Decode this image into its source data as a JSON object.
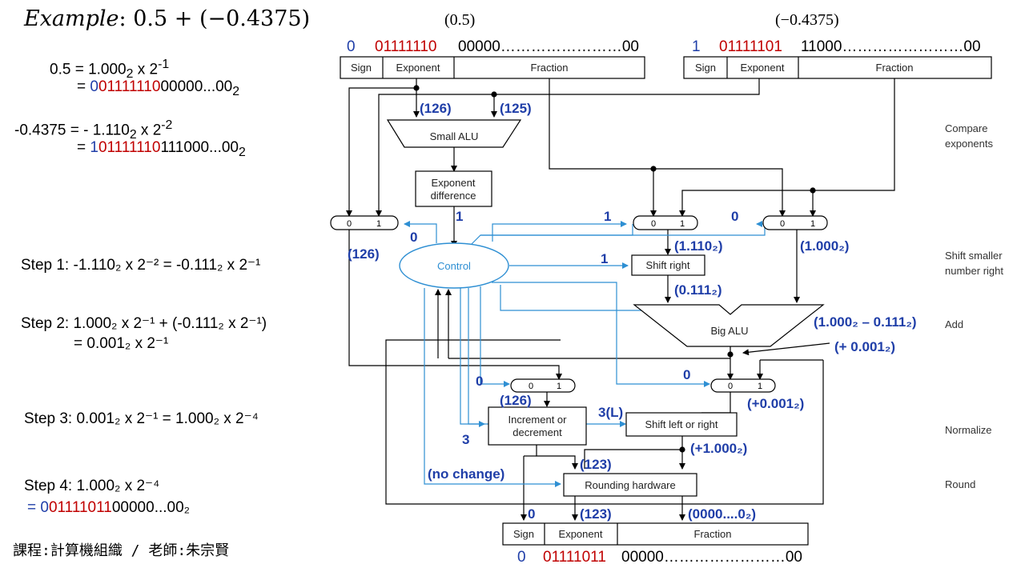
{
  "title": {
    "prefix": "Example",
    "expr": ": 0.5 + (−0.4375)"
  },
  "left": {
    "line1": "0.5 = 1.000",
    "line1_sub": "2",
    "line1_mid": " x 2",
    "line1_sup": "-1",
    "line2_eq": "= ",
    "line2_sign": "0",
    "line2_exp": "01111110",
    "line2_frac": "00000...00",
    "line2_sub": "2",
    "line3": "-0.4375 = - 1.110",
    "line3_sub": "2",
    "line3_mid": " x 2",
    "line3_sup": "-2",
    "line4_eq": "= ",
    "line4_sign": "1",
    "line4_exp": "01111110",
    "line4_frac": "111000...00",
    "line4_sub": "2",
    "steps": [
      "Step 1: -1.110₂ x 2⁻² = -0.111₂ x 2⁻¹",
      "Step 2: 1.000₂ x 2⁻¹ + (-0.111₂ x 2⁻¹)",
      "= 0.001₂ x 2⁻¹",
      "Step 3: 0.001₂ x 2⁻¹ = 1.000₂ x 2⁻⁴",
      "Step 4: 1.000₂ x 2⁻⁴",
      "= 0",
      "01111011",
      "00000...00₂"
    ],
    "footer": "課程:計算機組織 / 老師:朱宗賢"
  },
  "top_operands": {
    "a_label": "(0.5)",
    "b_label": "(−0.4375)",
    "a_sign": "0",
    "a_exp": "01111110",
    "a_frac": "00000……………………00",
    "b_sign": "1",
    "b_exp": "01111101",
    "b_frac": "11000……………………00"
  },
  "fields": {
    "sign": "Sign",
    "exponent": "Exponent",
    "fraction": "Fraction"
  },
  "units": {
    "small_alu": "Small ALU",
    "exp_diff_1": "Exponent",
    "exp_diff_2": "difference",
    "control": "Control",
    "shift_right": "Shift right",
    "big_alu": "Big ALU",
    "inc_dec_1": "Increment or",
    "inc_dec_2": "decrement",
    "shift_lr": "Shift left or right",
    "rounding": "Rounding hardware",
    "mux0": "0",
    "mux1": "1"
  },
  "stages": {
    "s1a": "Compare",
    "s1b": "exponents",
    "s2a": "Shift smaller",
    "s2b": "number right",
    "s3": "Add",
    "s4": "Normalize",
    "s5": "Round"
  },
  "annotations": {
    "e126": "(126)",
    "e125": "(125)",
    "one_a": "1",
    "one_b": "1",
    "one_c": "1",
    "zero_a": "0",
    "zero_b": "0",
    "zero_c": "0",
    "zero_d": "0",
    "left126": "(126)",
    "m1110": "(1.110₂)",
    "m1000": "(1.000₂)",
    "m0111": "(0.111₂)",
    "diff": "(1.000₂ – 0.111₂)",
    "plus001": "(+ 0.001₂)",
    "plus001b": "(+0.001₂)",
    "inc126": "(126)",
    "three_l": "3(L)",
    "three": "3",
    "plus1000": "(+1.000₂)",
    "e123a": "(123)",
    "nochange": "(no change)",
    "zero_out": "0",
    "e123b": "(123)",
    "frac_out": "(0000....0₂)"
  },
  "result": {
    "sign": "0",
    "exp": "01111011",
    "frac": "00000……………………00"
  }
}
